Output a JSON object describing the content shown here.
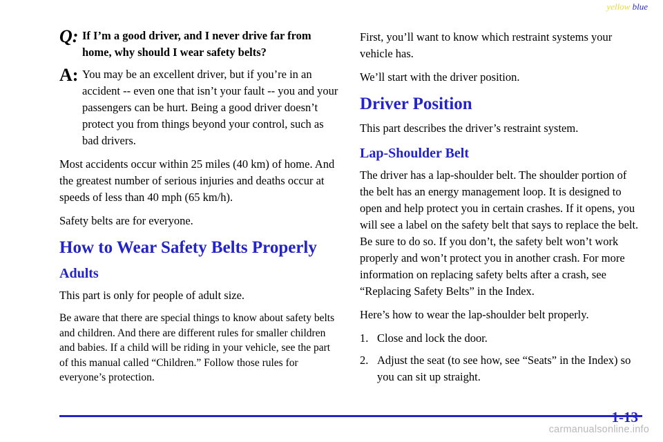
{
  "header": {
    "tag_yellow": "yellow",
    "tag_blue": "blue"
  },
  "left": {
    "q_mark": "Q:",
    "question": "If I’m a good driver, and I never drive far from home, why should I wear safety belts?",
    "a_mark": "A:",
    "answer_p1": "You may be an excellent driver, but if you’re in an accident -- even one that isn’t your fault -- you and your passengers can be hurt. Being a good driver doesn’t protect you from things beyond your control, such as bad drivers.",
    "answer_p2": "Most accidents occur within 25 miles (40 km) of home. And the greatest number of serious injuries and deaths occur at speeds of less than 40 mph (65 km/h).",
    "answer_p3": "Safety belts are for everyone.",
    "heading_main": "How to Wear Safety Belts Properly",
    "heading_adults": "Adults",
    "adults_p1": "This part is only for people of adult size.",
    "adults_p2": "Be aware that there are special things to know about safety belts and children. And there are different rules for smaller children and babies. If a child will be riding in your vehicle, see the part of this manual called “Children.” Follow those rules for everyone’s protection."
  },
  "right": {
    "p1": "First, you’ll want to know which restraint systems your vehicle has.",
    "p2": "We’ll start with the driver position.",
    "heading_driver": "Driver Position",
    "driver_p1": "This part describes the driver’s restraint system.",
    "heading_lap": "Lap-Shoulder Belt",
    "lap_p1": "The driver has a lap-shoulder belt. The shoulder portion of the belt has an energy management loop. It is designed to open and help protect you in certain crashes. If it opens, you will see a label on the safety belt that says to replace the belt. Be sure to do so. If you don’t, the safety belt won’t work properly and won’t protect you in another crash. For more information on replacing safety belts after a crash, see “Replacing Safety Belts” in the Index.",
    "lap_p2": "Here’s how to wear the lap-shoulder belt properly.",
    "steps": [
      {
        "num": "1.",
        "text": "Close and lock the door."
      },
      {
        "num": "2.",
        "text": "Adjust the seat (to see how, see “Seats” in the Index) so you can sit up straight."
      }
    ]
  },
  "footer": {
    "page_number": "1-13",
    "watermark": "carmanualsonline.info"
  },
  "colors": {
    "heading_blue": "#2323c8",
    "tag_yellow": "#e6dc3c",
    "watermark_gray": "#b9b9b9"
  }
}
